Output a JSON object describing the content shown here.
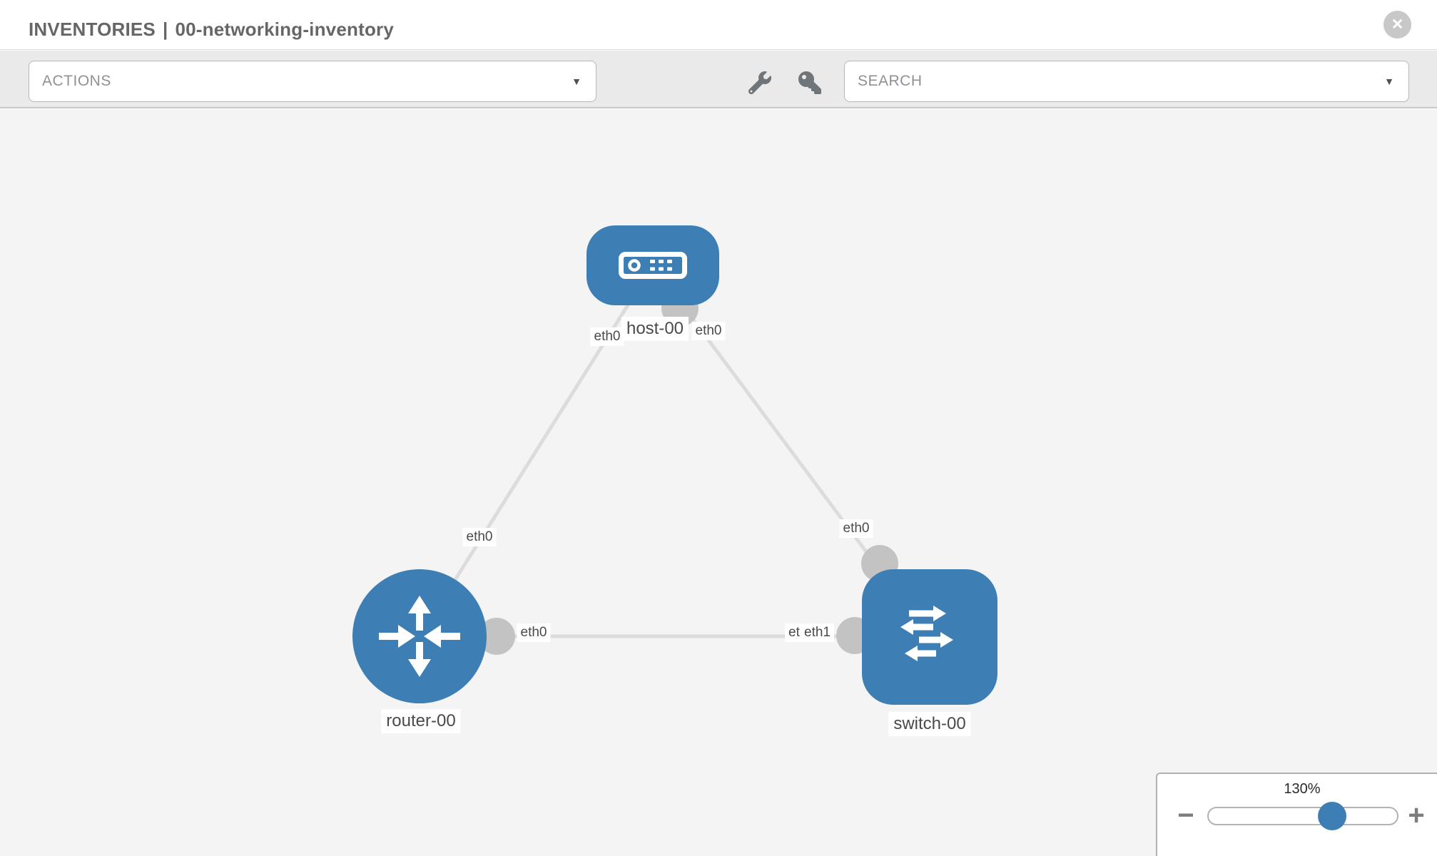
{
  "header": {
    "section": "INVENTORIES",
    "separator": "|",
    "inventory_name": "00-networking-inventory"
  },
  "icons": {
    "close": "✕",
    "caret": "▼",
    "wrench": "wrench-icon",
    "key": "key-icon"
  },
  "toolbar": {
    "actions_label": "ACTIONS",
    "search_label": "SEARCH"
  },
  "topology": {
    "nodes": [
      {
        "label": "host-00",
        "type": "host"
      },
      {
        "label": "router-00",
        "type": "router"
      },
      {
        "label": "switch-00",
        "type": "switch"
      }
    ],
    "links": [
      {
        "from": "host-00",
        "to": "router-00",
        "from_interface": "eth0",
        "to_interface": "eth0"
      },
      {
        "from": "host-00",
        "to": "switch-00",
        "from_interface": "eth0",
        "to_interface": "eth0"
      },
      {
        "from": "router-00",
        "to": "switch-00",
        "from_interface": "eth0",
        "to_interface": "eth1"
      }
    ],
    "interfaces": {
      "host_left": "eth0",
      "host_right": "eth0",
      "router_uplink": "eth0",
      "switch_uplink": "eth0",
      "router_lan": "eth0",
      "switch_lan_hidden": "eth0",
      "switch_lan": "eth1"
    }
  },
  "zoom_control": {
    "value": "130%",
    "minus": "−",
    "plus": "+"
  },
  "colors": {
    "node_fill": "#3d7eb4",
    "link_gray": "#dcdcdc",
    "port_gray": "#c3c3c3",
    "canvas_bg": "#f4f4f4",
    "toolbar_bg": "#eaeaea"
  }
}
